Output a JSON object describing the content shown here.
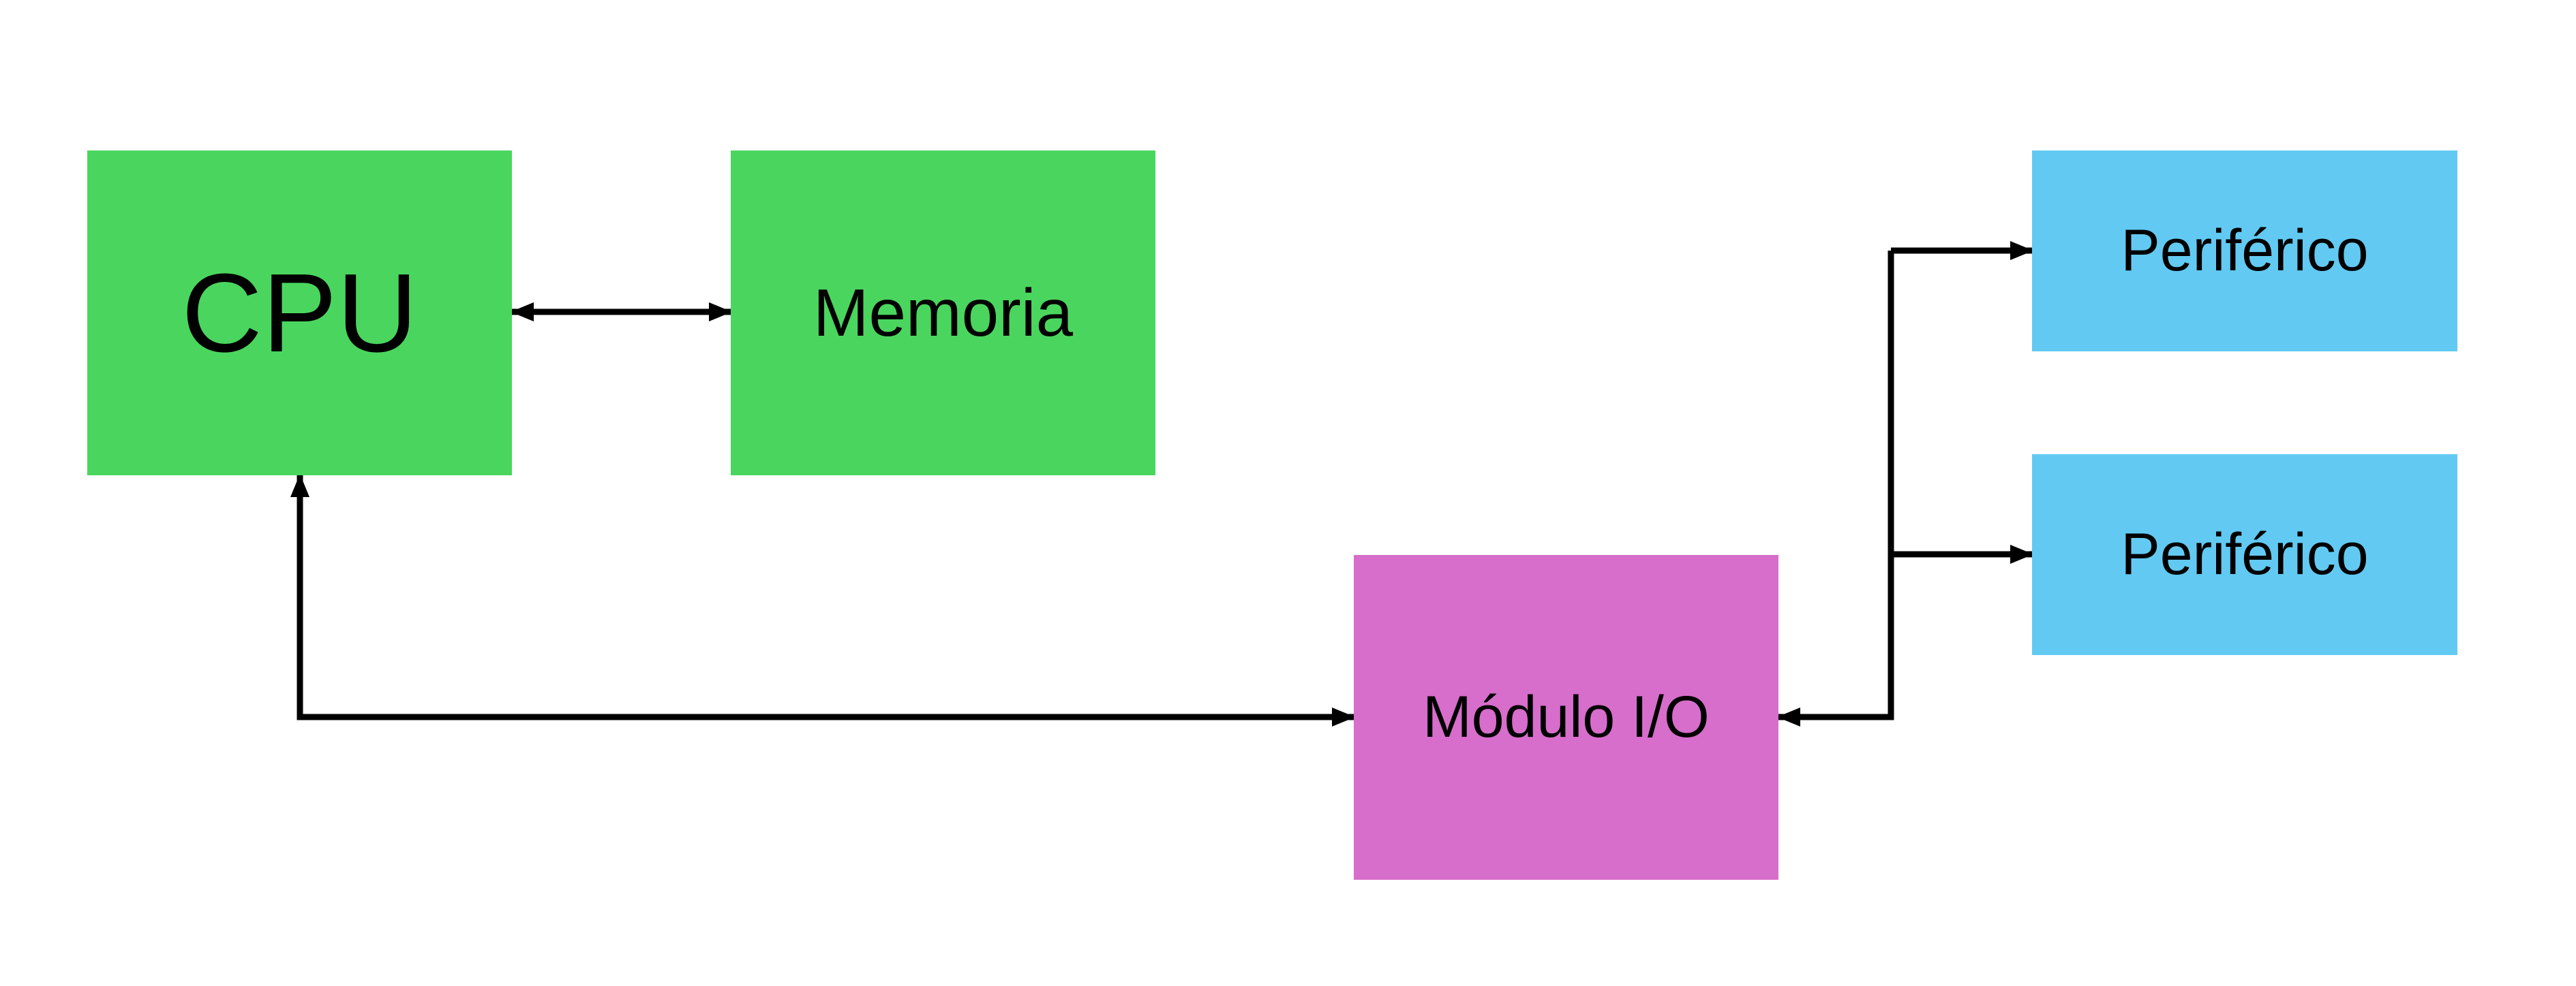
{
  "nodes": {
    "cpu": {
      "label": "CPU",
      "color": "#4ad65e"
    },
    "memoria": {
      "label": "Memoria",
      "color": "#4ad65e"
    },
    "modulo_io": {
      "label": "Módulo I/O",
      "color": "#d76ecb"
    },
    "periferico_1": {
      "label": "Periférico",
      "color": "#62caf2"
    },
    "periferico_2": {
      "label": "Periférico",
      "color": "#62caf2"
    }
  },
  "edges": [
    {
      "from": "cpu",
      "to": "memoria",
      "direction": "bidirectional"
    },
    {
      "from": "cpu",
      "to": "modulo_io",
      "direction": "bidirectional"
    },
    {
      "from": "modulo_io",
      "to": "periferico_1",
      "direction": "bidirectional"
    },
    {
      "from": "modulo_io",
      "to": "periferico_2",
      "direction": "bidirectional"
    }
  ],
  "colors": {
    "connector": "#000000",
    "background": "#ffffff"
  }
}
